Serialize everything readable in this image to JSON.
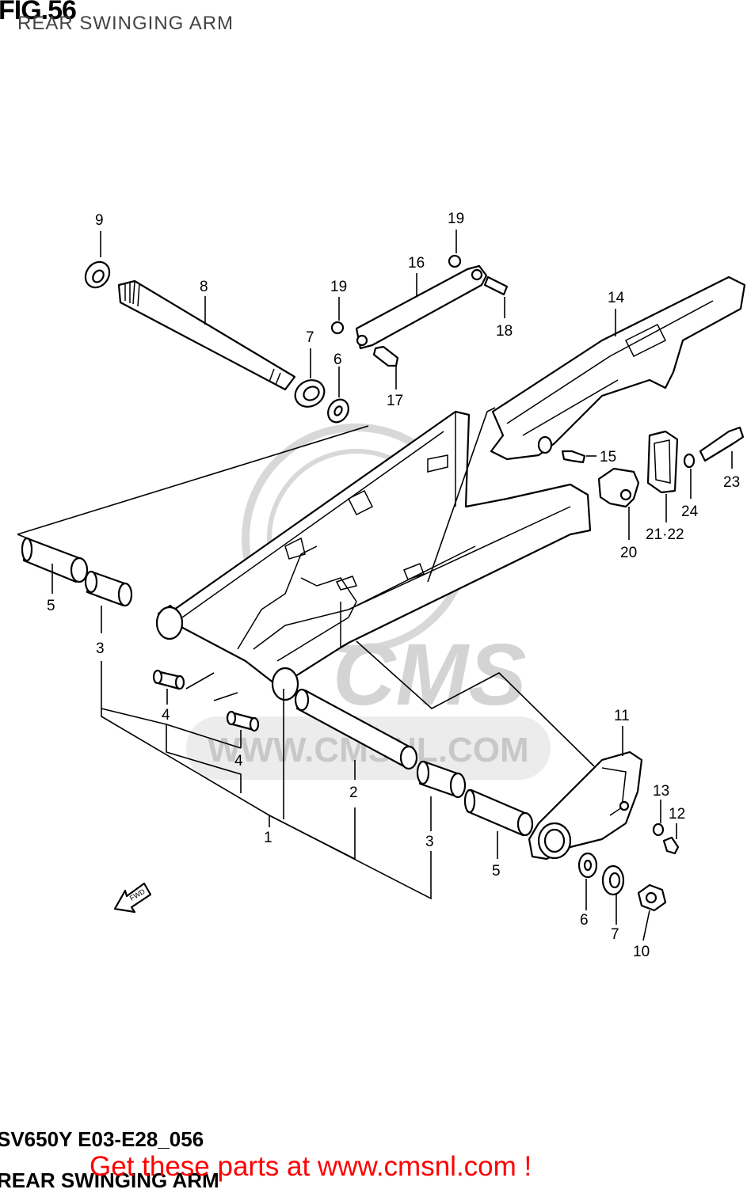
{
  "header": {
    "fig_number": "FIG.56",
    "subtitle": "REAR SWINGING ARM"
  },
  "footer": {
    "model_code": "SV650Y E03-E28_056",
    "section_name": "REAR SWINGING ARM",
    "promo_text": "Get these parts at www.cmsnl.com !"
  },
  "watermark": {
    "brand": "CMS",
    "url": "WWW.CMSNL.COM"
  },
  "direction_marker": "FWD",
  "callouts": [
    "9",
    "8",
    "19",
    "16",
    "19",
    "18",
    "7",
    "6",
    "17",
    "14",
    "15",
    "23",
    "24",
    "21·22",
    "20",
    "5",
    "3",
    "4",
    "4",
    "11",
    "13",
    "12",
    "2",
    "1",
    "3",
    "5",
    "6",
    "7",
    "10"
  ]
}
